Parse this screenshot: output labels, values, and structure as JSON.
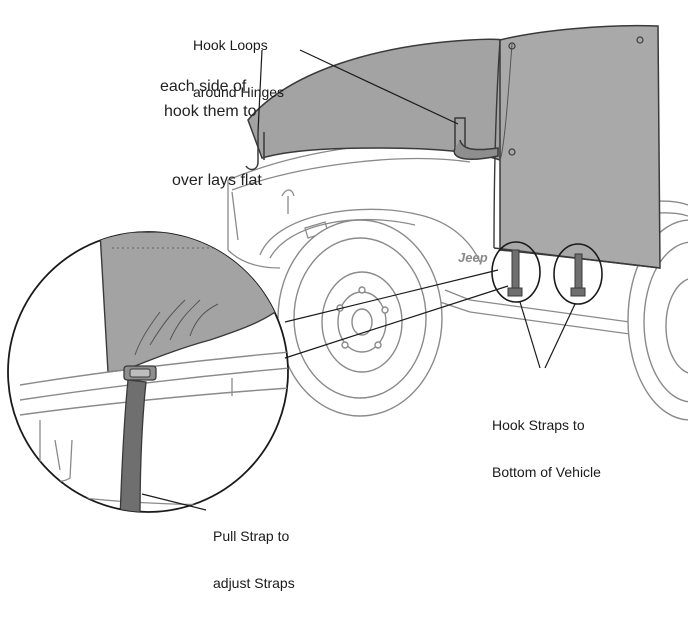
{
  "instructions": {
    "line1": "each side of",
    "line2": "hook them to",
    "line3": "over lays flat"
  },
  "labels": {
    "hook_loops": [
      "Hook Loops",
      "around Hinges"
    ],
    "hook_straps": [
      "Hook Straps to",
      "Bottom of Vehicle"
    ],
    "pull_strap": [
      "Pull Strap to",
      "adjust Straps"
    ],
    "jeep_badge": "Jeep"
  },
  "colors": {
    "cover": "#a3a3a3",
    "cover_dark": "#8e8e8e",
    "strap": "#6f6f6f",
    "outline": "#3a3a3a",
    "vehicle_line": "#8a8a8a",
    "text": "#1a1a1a"
  }
}
